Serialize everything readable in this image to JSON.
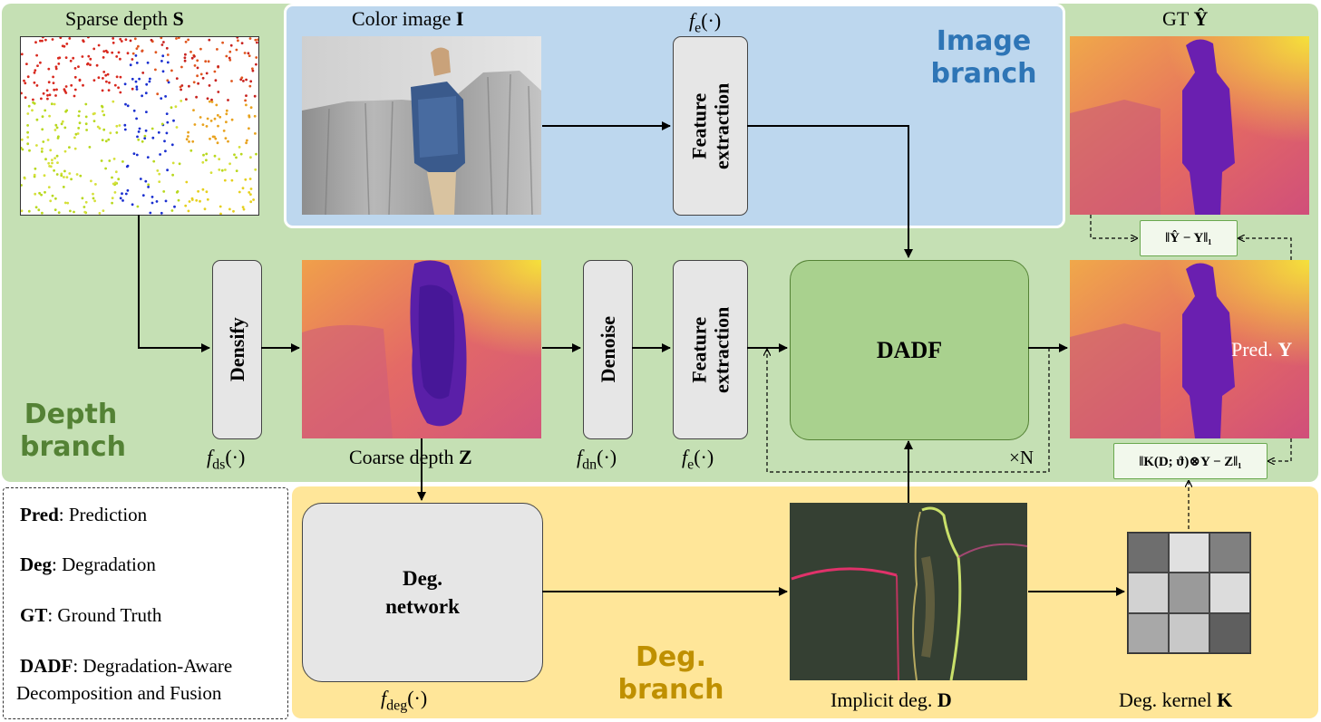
{
  "regions": {
    "depth_branch_label": "Depth branch",
    "image_branch_label": "Image branch",
    "deg_branch_label": "Deg. branch"
  },
  "colors": {
    "depth_bg": "#c5e0b4",
    "image_bg": "#bdd7ee",
    "deg_bg": "#ffe699",
    "depth_label": "#548235",
    "image_label": "#2e75b6",
    "deg_label": "#bf9000",
    "dadf_fill": "#a9d18e"
  },
  "captions": {
    "sparse_depth": "Sparse depth",
    "sparse_depth_sym": "S",
    "color_image": "Color image",
    "color_image_sym": "I",
    "gt": "GT",
    "gt_sym": "Ŷ",
    "coarse_depth": "Coarse depth",
    "coarse_depth_sym": "Z",
    "pred": "Pred.",
    "pred_sym": "Y",
    "implicit_deg": "Implicit deg.",
    "implicit_deg_sym": "D",
    "deg_kernel": "Deg. kernel",
    "deg_kernel_sym": "K"
  },
  "modules": {
    "densify": "Densify",
    "denoise": "Denoise",
    "feature_extraction_line1": "Feature",
    "feature_extraction_line2": "extraction",
    "dadf": "DADF",
    "deg_network_line1": "Deg.",
    "deg_network_line2": "network",
    "repeat": "×N"
  },
  "functions": {
    "fe_top": "f",
    "fe_top_sub": "e",
    "fds": "f",
    "fds_sub": "ds",
    "fdn": "f",
    "fdn_sub": "dn",
    "fe_mid": "f",
    "fe_mid_sub": "e",
    "fdeg": "f",
    "fdeg_sub": "deg",
    "arg": "(·)"
  },
  "losses": {
    "gt_loss": "‖Ŷ − Y‖₁",
    "deg_loss": "‖K(D; ϑ)⊗Y − Z‖₁"
  },
  "legend": {
    "items": [
      {
        "key": "Pred",
        "value": ": Prediction"
      },
      {
        "key": "Deg",
        "value": ": Degradation"
      },
      {
        "key": "GT",
        "value": ": Ground Truth"
      },
      {
        "key": "DADF",
        "value": ": Degradation-Aware"
      },
      {
        "key": "",
        "value": "Decomposition and Fusion"
      }
    ]
  },
  "kernel_grays": [
    "#6e6e6e",
    "#e0e0e0",
    "#808080",
    "#d2d2d2",
    "#9a9a9a",
    "#dcdcdc",
    "#a8a8a8",
    "#c8c8c8",
    "#5f5f5f"
  ]
}
